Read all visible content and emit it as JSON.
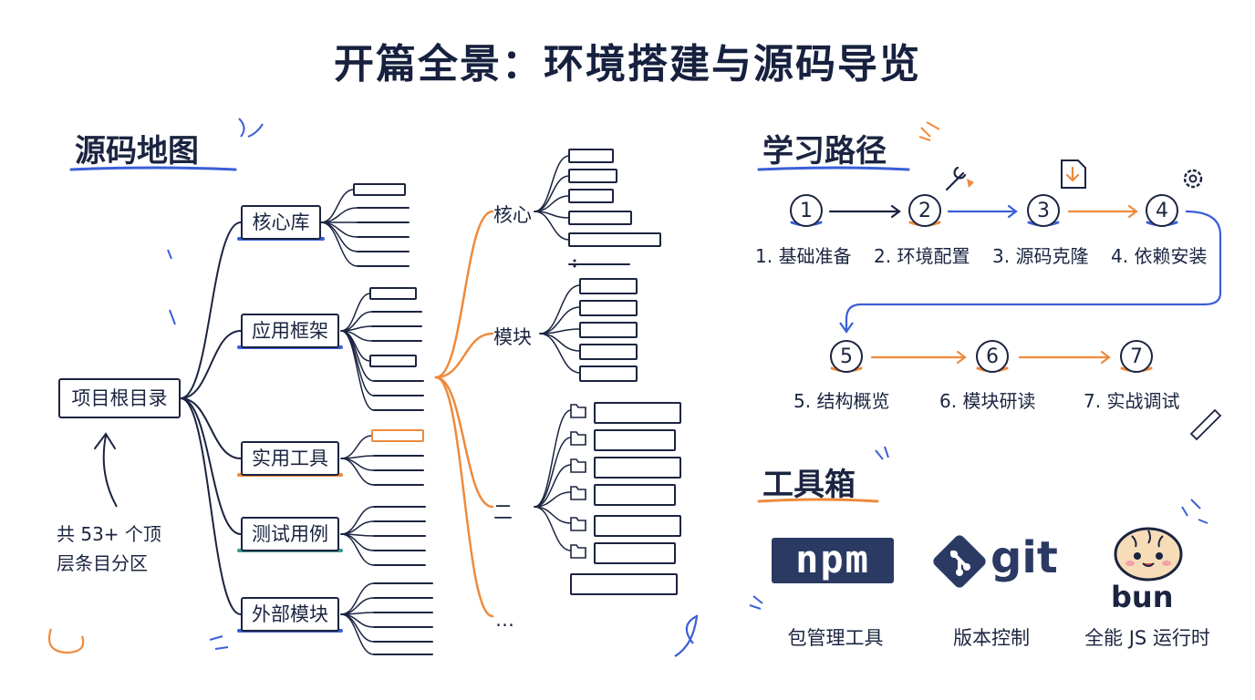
{
  "title": "开篇全景：环境搭建与源码导览",
  "source_map": {
    "heading": "源码地图",
    "root": "项目根目录",
    "note": [
      "共 53+ 个顶",
      "层条目分区"
    ],
    "branches": [
      {
        "label": "核心库",
        "accent": "#3b5fd6"
      },
      {
        "label": "应用框架",
        "accent": "#3b5fd6"
      },
      {
        "label": "实用工具",
        "accent": "#ee8a3c"
      },
      {
        "label": "测试用例",
        "accent": "#3e9a8e"
      },
      {
        "label": "外部模块",
        "accent": "#3b5fd6"
      }
    ],
    "right_groups": [
      {
        "label": "核心"
      },
      {
        "label": "模块"
      },
      {
        "label": "二"
      },
      {
        "label": "…"
      }
    ]
  },
  "learning_path": {
    "heading": "学习路径",
    "steps": [
      {
        "num": "1",
        "label": "1. 基础准备"
      },
      {
        "num": "2",
        "label": "2. 环境配置"
      },
      {
        "num": "3",
        "label": "3. 源码克隆"
      },
      {
        "num": "4",
        "label": "4. 依赖安装"
      },
      {
        "num": "5",
        "label": "5. 结构概览"
      },
      {
        "num": "6",
        "label": "6. 模块研读"
      },
      {
        "num": "7",
        "label": "7. 实战调试"
      }
    ],
    "icons": [
      "wrench-icon",
      "download-icon",
      "gear-icon"
    ]
  },
  "toolbox": {
    "heading": "工具箱",
    "tools": [
      {
        "logo": "npm",
        "label": "包管理工具"
      },
      {
        "logo": "git",
        "label": "版本控制"
      },
      {
        "logo": "bun",
        "label": "全能 JS 运行时"
      }
    ]
  },
  "colors": {
    "ink": "#1b2440",
    "blue": "#3b5fd6",
    "orange": "#ee8a3c",
    "teal": "#3e9a8e",
    "npm": "#2b3a63",
    "bun_face": "#f6ddb8"
  }
}
